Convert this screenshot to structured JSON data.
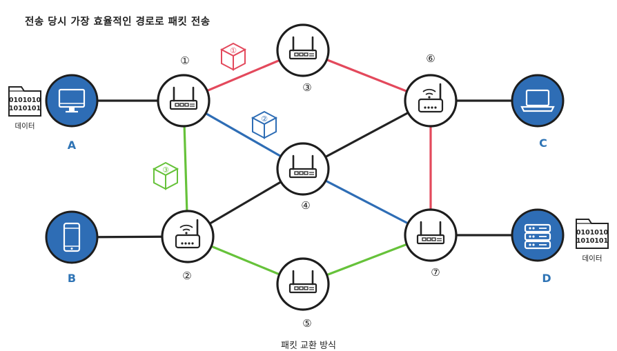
{
  "title": "전송 당시 가장 효율적인 경로로 패킷 전송",
  "caption": "패킷 교환 방식",
  "colors": {
    "blue": "#2e6db5",
    "red": "#e3495c",
    "green": "#66c23a",
    "dark": "#222222",
    "label_blue": "#2f74b5"
  },
  "hosts": [
    {
      "id": "A",
      "label": "A",
      "icon": "desktop-icon"
    },
    {
      "id": "B",
      "label": "B",
      "icon": "smartphone-icon"
    },
    {
      "id": "C",
      "label": "C",
      "icon": "laptop-icon"
    },
    {
      "id": "D",
      "label": "D",
      "icon": "server-icon"
    }
  ],
  "routers": [
    {
      "id": "r1",
      "label": "①",
      "type": "router"
    },
    {
      "id": "r2",
      "label": "②",
      "type": "wifi"
    },
    {
      "id": "r3",
      "label": "③",
      "type": "router"
    },
    {
      "id": "r4",
      "label": "④",
      "type": "router"
    },
    {
      "id": "r5",
      "label": "⑤",
      "type": "router"
    },
    {
      "id": "r6",
      "label": "⑥",
      "type": "wifi"
    },
    {
      "id": "r7",
      "label": "⑦",
      "type": "router"
    }
  ],
  "data_files": [
    {
      "id": "fileA",
      "line1": "0101010",
      "line2": "1010101",
      "label": "데이터"
    },
    {
      "id": "fileD",
      "line1": "0101010",
      "line2": "1010101",
      "label": "데이터"
    }
  ],
  "packets": [
    {
      "id": "p1",
      "label": "①",
      "color": "red"
    },
    {
      "id": "p2",
      "label": "②",
      "color": "blue"
    },
    {
      "id": "p3",
      "label": "③",
      "color": "green"
    }
  ],
  "links": [
    {
      "from": "A",
      "to": "r1",
      "color": "dark"
    },
    {
      "from": "B",
      "to": "r2",
      "color": "dark"
    },
    {
      "from": "r6",
      "to": "C",
      "color": "dark"
    },
    {
      "from": "r7",
      "to": "D",
      "color": "dark"
    },
    {
      "from": "r1",
      "to": "r3",
      "color": "red"
    },
    {
      "from": "r3",
      "to": "r6",
      "color": "red"
    },
    {
      "from": "r6",
      "to": "r7",
      "color": "red"
    },
    {
      "from": "r1",
      "to": "r4",
      "color": "blue"
    },
    {
      "from": "r4",
      "to": "r7",
      "color": "blue"
    },
    {
      "from": "r1",
      "to": "r2",
      "color": "green"
    },
    {
      "from": "r2",
      "to": "r5",
      "color": "green"
    },
    {
      "from": "r5",
      "to": "r7",
      "color": "green"
    },
    {
      "from": "r2",
      "to": "r4",
      "color": "dark"
    },
    {
      "from": "r4",
      "to": "r6",
      "color": "dark"
    }
  ]
}
